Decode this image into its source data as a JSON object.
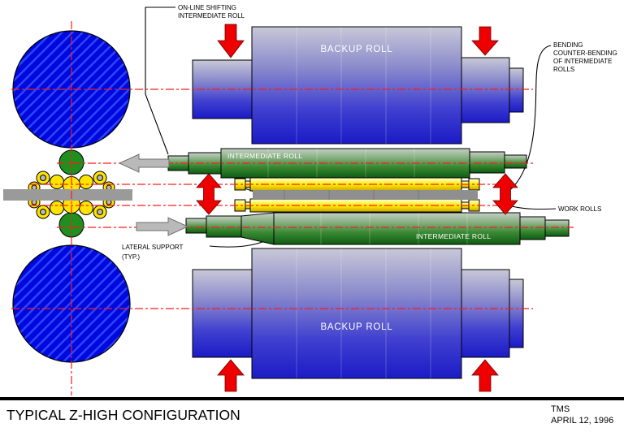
{
  "diagram": {
    "rolls": {
      "backup_top": "BACKUP ROLL",
      "backup_bottom": "BACKUP ROLL",
      "intermediate_top": "INTERMEDIATE ROLL",
      "intermediate_bottom": "INTERMEDIATE ROLL"
    },
    "annotations": {
      "shifting_line1": "ON-LINE SHIFTING",
      "shifting_line2": "INTERMEDIATE ROLL",
      "bending_line1": "BENDING",
      "bending_line2": "COUNTER-BENDING",
      "bending_line3": "OF INTERMEDIATE",
      "bending_line4": "ROLLS",
      "work_rolls": "WORK ROLLS",
      "lateral_line1": "LATERAL SUPPORT",
      "lateral_line2": "(TYP.)"
    },
    "colors": {
      "backup_roll_blue": "#2a2ac4",
      "intermediate_roll_green": "#2e7d2e",
      "work_roll_yellow": "#ffe800",
      "strip_gray": "#969696",
      "force_arrow_red": "#ee0000",
      "shift_arrow_gray": "#b9b9b9",
      "centerline_red": "#ff1a1a"
    }
  },
  "footer": {
    "title": "TYPICAL Z-HIGH CONFIGURATION",
    "credit_org": "TMS",
    "credit_date": "APRIL 12, 1996"
  }
}
